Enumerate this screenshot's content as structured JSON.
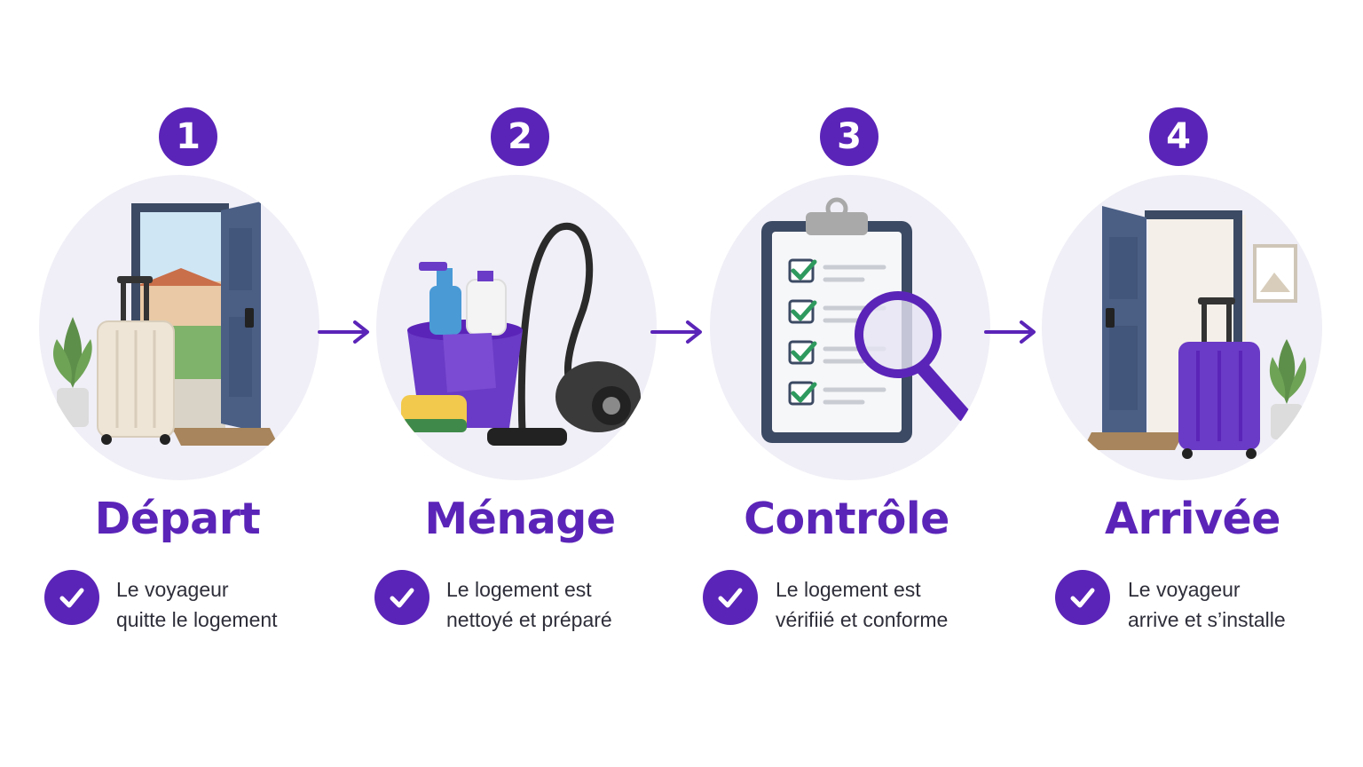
{
  "colors": {
    "accent": "#5b24b8",
    "disc": "#f0eff7",
    "text": "#2e2e3a"
  },
  "steps": [
    {
      "number": "1",
      "title": "Départ",
      "desc": [
        "Le voyageur",
        "quitte le logement"
      ],
      "illustration": "door-suitcase-leaving"
    },
    {
      "number": "2",
      "title": "Ménage",
      "desc": [
        "Le logement est",
        "nettoyé et préparé"
      ],
      "illustration": "cleaning-supplies"
    },
    {
      "number": "3",
      "title": "Contrôle",
      "desc": [
        "Le logement est",
        "vérifiié et conforme"
      ],
      "illustration": "checklist-magnifier"
    },
    {
      "number": "4",
      "title": "Arrivée",
      "desc": [
        "Le voyageur",
        "arrive et s’installe"
      ],
      "illustration": "door-suitcase-arriving"
    }
  ],
  "icons": {
    "arrow": "arrow-right-icon",
    "check": "check-icon"
  }
}
